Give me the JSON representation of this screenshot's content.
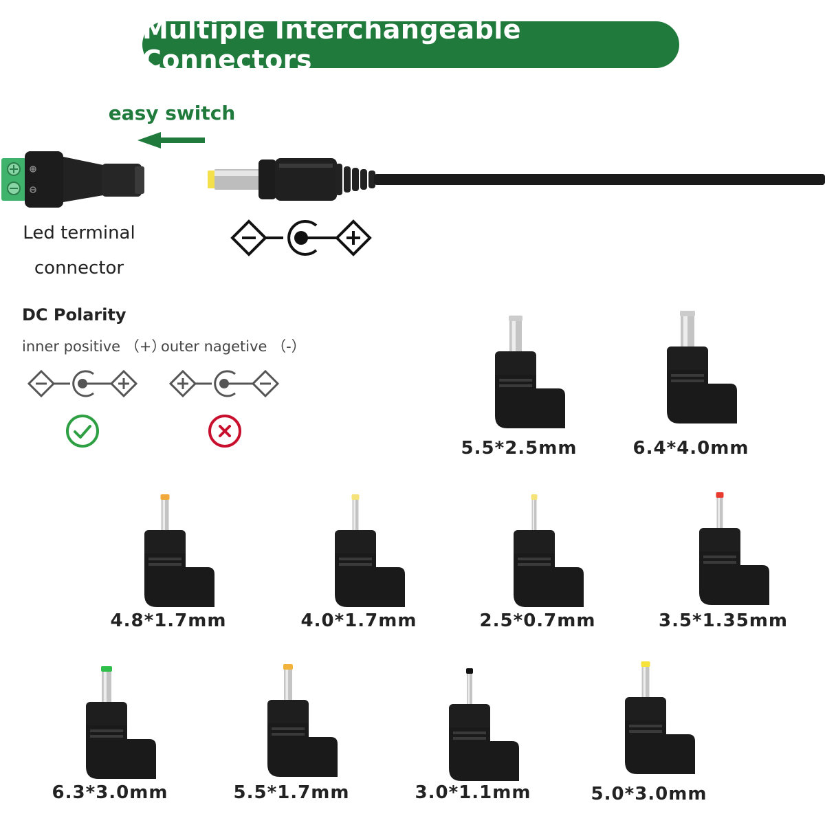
{
  "header": {
    "title": "Multiple Interchangeable Connectors"
  },
  "cable": {
    "switch_label": "easy switch",
    "led_label_line1": "Led terminal",
    "led_label_line2": "connector"
  },
  "polarity": {
    "title": "DC Polarity",
    "inner_label": "inner positive （+）",
    "outer_label": "outer nagetive （-）"
  },
  "colors": {
    "brand_green": "#1f7a3c",
    "ok_green": "#2ea043",
    "bad_red": "#c8102e",
    "terminal_green": "#3fb36b"
  },
  "tips": [
    {
      "label": "5.5*2.5mm",
      "tip_color": "#cccccc"
    },
    {
      "label": "6.4*4.0mm",
      "tip_color": "#cccccc"
    },
    {
      "label": "4.8*1.7mm",
      "tip_color": "#f2a93b"
    },
    {
      "label": "4.0*1.7mm",
      "tip_color": "#f6e27a"
    },
    {
      "label": "2.5*0.7mm",
      "tip_color": "#f6e27a"
    },
    {
      "label": "3.5*1.35mm",
      "tip_color": "#e63b2e"
    },
    {
      "label": "6.3*3.0mm",
      "tip_color": "#2fbf4a"
    },
    {
      "label": "5.5*1.7mm",
      "tip_color": "#f2b33b"
    },
    {
      "label": "3.0*1.1mm",
      "tip_color": "#111111"
    },
    {
      "label": "5.0*3.0mm",
      "tip_color": "#f6e23a"
    }
  ]
}
